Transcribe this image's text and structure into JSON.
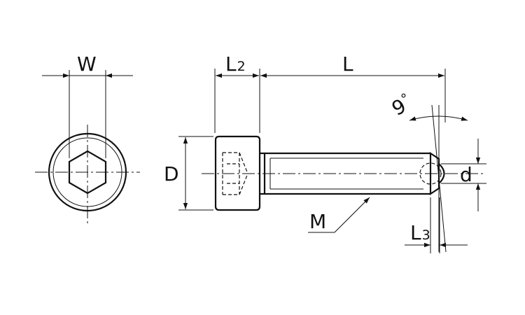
{
  "labels": {
    "width": "W",
    "head_length_main": "L",
    "head_length_sub": "2",
    "length": "L",
    "angle_value": "9",
    "angle_unit": "°",
    "diameter": "D",
    "tip_diameter": "d",
    "thread": "M",
    "tip_length_main": "L",
    "tip_length_sub": "3"
  },
  "colors": {
    "line": "#111111",
    "background": "#ffffff"
  }
}
